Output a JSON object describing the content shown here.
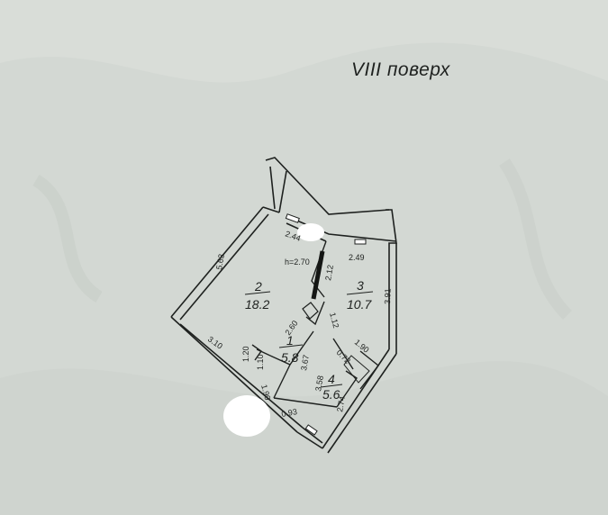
{
  "floor_label": "VIII поверх",
  "ceiling_height": "h=2.70",
  "rooms": [
    {
      "number": "1",
      "area": "5.8"
    },
    {
      "number": "2",
      "area": "18.2"
    },
    {
      "number": "3",
      "area": "10.7"
    },
    {
      "number": "4",
      "area": "5.6"
    }
  ],
  "dimensions": {
    "d_244": "2.44",
    "d_563": "5.63",
    "d_212": "2.12",
    "d_249": "2.49",
    "d_391": "3.91",
    "d_260": "2.60",
    "d_112": "1.12",
    "d_310": "3.10",
    "d_120": "1.20",
    "d_110": "1.10",
    "d_367": "3.67",
    "d_072": "0.72",
    "d_190a": "1.90",
    "d_358": "3.58",
    "d_190b": "1.90",
    "d_093": "0.93",
    "d_274": "2.74"
  },
  "colors": {
    "paper": "#d3d8d3",
    "ink": "#1e211f",
    "wall_fill": "#ffffff"
  }
}
